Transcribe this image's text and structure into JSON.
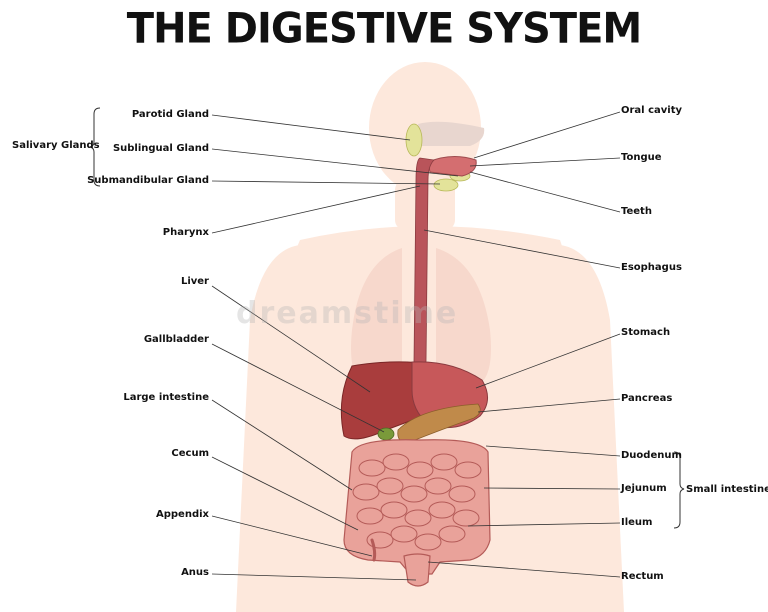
{
  "title": "THE DIGESTIVE SYSTEM",
  "labels_left": {
    "parotid": "Parotid Gland",
    "sublingual": "Sublingual Gland",
    "submandibular": "Submandibular Gland",
    "pharynx": "Pharynx",
    "liver": "Liver",
    "gallbladder": "Gallbladder",
    "large_intestine": "Large intestine",
    "cecum": "Cecum",
    "appendix": "Appendix",
    "anus": "Anus"
  },
  "labels_right": {
    "oral_cavity": "Oral cavity",
    "tongue": "Tongue",
    "teeth": "Teeth",
    "esophagus": "Esophagus",
    "stomach": "Stomach",
    "pancreas": "Pancreas",
    "duodenum": "Duodenum",
    "jejunum": "Jejunum",
    "ileum": "Ileum",
    "rectum": "Rectum"
  },
  "groups": {
    "salivary": "Salivary Glands",
    "small_intestine": "Small intestine"
  },
  "watermark": "dreamstime",
  "colors": {
    "body": "#fde8dc",
    "lung": "#f7d8cc",
    "liver": "#a93d3d",
    "stomach": "#c7585a",
    "intestine": "#e9a29a",
    "intestine_outline": "#b45b58",
    "pancreas": "#c08a4a",
    "gallbladder": "#7a9a3a",
    "gland": "#e3e39a",
    "esophagus": "#b9545a"
  }
}
